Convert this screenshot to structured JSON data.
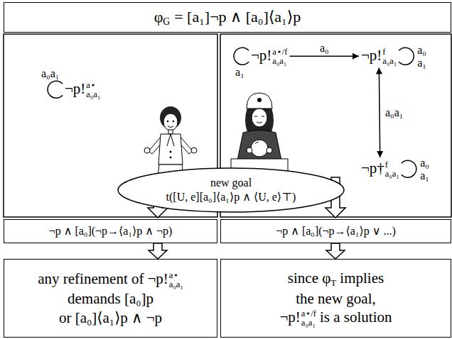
{
  "diagram": {
    "nodes": [
      {
        "text": [
          "φ",
          "G",
          "= [a₁]¬p ∧ [a₀]⟨a₁⟩p"
        ]
      },
      {
        "text": [
          "¬p!",
          "a⋆",
          "a₀a₁"
        ]
      },
      {
        "text": [
          "¬p!",
          "a⋆/f",
          "a₀a₁"
        ]
      },
      {
        "text": [
          "¬p!",
          "f",
          "a₀a₁"
        ]
      },
      {
        "text": [
          "¬p†",
          "f",
          "a₀a₁"
        ]
      },
      {
        "text": [
          "new goal",
          "t([U, e][a₀]⟨a₁⟩p ∧ ⟨U, e⟩⊤)"
        ]
      },
      {
        "text": [
          "¬p ∧ [a₀](¬p→⟨a₁⟩p ∧ ¬p)"
        ]
      },
      {
        "text": [
          "¬p ∧ [a₀](¬p→⟨a₁⟩p ∨ ...)"
        ]
      },
      {
        "text": [
          "any refinement of",
          "¬p!",
          "a⋆",
          "a₀a₁",
          "demands [a₀]p",
          "or [a₀]⟨a₁⟩p ∧ ¬p"
        ]
      },
      {
        "text": [
          "since φ",
          "T",
          "implies",
          "the new goal,",
          "¬p!",
          "a⋆/f",
          "a₀a₁",
          "is a solution"
        ]
      }
    ],
    "edges": [
      {
        "from": 1,
        "to": 1,
        "label": "a₀a₁",
        "arrow": "none"
      },
      {
        "from": 2,
        "to": 2,
        "label": "a₁",
        "arrow": "none"
      },
      {
        "from": 2,
        "to": 3,
        "label": "a₀",
        "arrow": "to"
      },
      {
        "from": 3,
        "to": 3,
        "label": "a₀a₁",
        "arrow": "none"
      },
      {
        "from": 3,
        "to": 4,
        "label": "a₀a₁",
        "arrow": "both"
      },
      {
        "from": 4,
        "to": 4,
        "label": "a₀a₁",
        "arrow": "none"
      },
      {
        "from": 6,
        "to": 8,
        "arrow": "to"
      },
      {
        "from": 7,
        "to": 9,
        "arrow": "to"
      }
    ]
  }
}
